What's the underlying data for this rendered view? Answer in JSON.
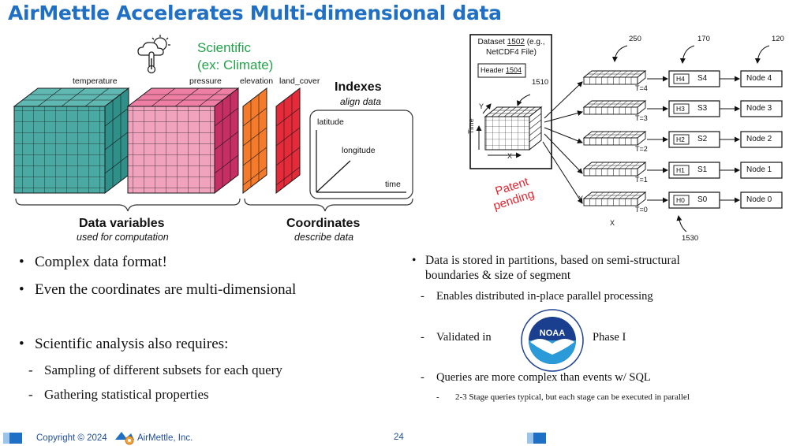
{
  "slide": {
    "title": "AirMettle Accelerates Multi-dimensional data"
  },
  "left_figure": {
    "scientific_line1": "Scientific",
    "scientific_line2": "(ex: Climate)",
    "icon": "weather-icon",
    "var_labels": [
      "temperature",
      "pressure",
      "elevation",
      "land_cover"
    ],
    "indexes_title": "Indexes",
    "indexes_sub": "align data",
    "axis_latitude": "latitude",
    "axis_longitude": "longitude",
    "axis_time": "time",
    "data_variables_title": "Data variables",
    "data_variables_sub": "used for computation",
    "coordinates_title": "Coordinates",
    "coordinates_sub": "describe data",
    "colors": {
      "teal": "#4aa9a3",
      "pink": "#e0457a",
      "orange": "#f57a2a",
      "red": "#e52a3a"
    }
  },
  "right_figure": {
    "dataset_line1_pre": "Dataset ",
    "dataset_line1_num": "1502",
    "dataset_line1_post": " (e.g.,",
    "dataset_line2": "NetCDF4 File)",
    "header_pre": "Header ",
    "header_num": "1504",
    "ref_1510": "1510",
    "ref_250": "250",
    "ref_170": "170",
    "ref_120": "120",
    "ref_1530": "1530",
    "axis_y": "Y",
    "axis_x": "X",
    "axis_time": "Time",
    "patent_line1": "Patent",
    "patent_line2": "pending",
    "rows": [
      {
        "t": "T=4",
        "h": "H4",
        "s": "S4",
        "node": "Node 4"
      },
      {
        "t": "T=3",
        "h": "H3",
        "s": "S3",
        "node": "Node 3"
      },
      {
        "t": "T=2",
        "h": "H2",
        "s": "S2",
        "node": "Node 2"
      },
      {
        "t": "T=1",
        "h": "H1",
        "s": "S1",
        "node": "Node 1"
      },
      {
        "t": "T=0",
        "h": "H0",
        "s": "S0",
        "node": "Node 0"
      }
    ]
  },
  "left_bullets": {
    "b1": "Complex data format!",
    "b2": "Even the coordinates are multi-dimensional",
    "b3": "Scientific analysis also requires:",
    "s1": "Sampling of different subsets for each query",
    "s2": "Gathering statistical properties"
  },
  "right_bullets": {
    "b1_line1": "Data is stored in partitions, based on semi-structural",
    "b1_line2": "boundaries & size of  segment",
    "s1": "Enables distributed in-place parallel processing",
    "s2_pre": "Validated in",
    "s2_post": "Phase I",
    "noaa_text": "NOAA",
    "s3": "Queries are more complex than events w/ SQL",
    "ss1": "2-3 Stage queries typical, but each stage can be executed in parallel"
  },
  "footer": {
    "copyright": "Copyright © 2024",
    "company": "AirMettle, Inc.",
    "page": "24"
  }
}
